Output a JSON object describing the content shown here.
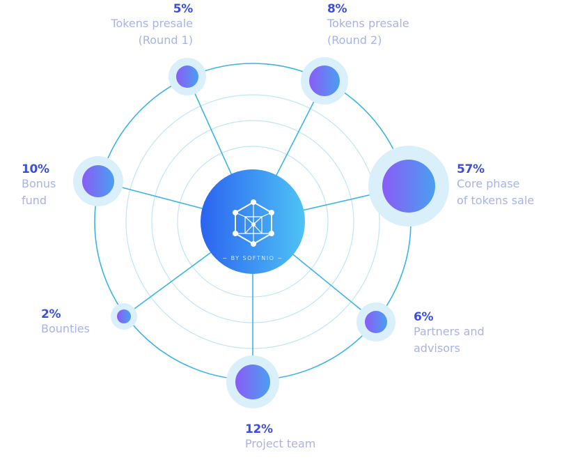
{
  "hub": {
    "caption": "~ BY SOFTNIO ~",
    "logo_icon": "hexagonal-cube-icon",
    "colors": {
      "gradient_start": "#2b63f0",
      "gradient_end": "#4ec3f5"
    }
  },
  "colors": {
    "ring": "#3ab4e6",
    "inner_ring": "#bfe6f6",
    "halo": "#d9f0fb",
    "node_start": "#8a5cf6",
    "node_end": "#4a9ff0",
    "percent_text": "#3d4fd8",
    "label_text": "#a8b3e6"
  },
  "segments": [
    {
      "id": "presale-r1",
      "percent": "5%",
      "value": 5,
      "line1": "Tokens presale",
      "line2": "(Round 1)"
    },
    {
      "id": "presale-r2",
      "percent": "8%",
      "value": 8,
      "line1": "Tokens presale",
      "line2": "(Round 2)"
    },
    {
      "id": "core-phase",
      "percent": "57%",
      "value": 57,
      "line1": "Core phase",
      "line2": "of tokens sale"
    },
    {
      "id": "partners",
      "percent": "6%",
      "value": 6,
      "line1": "Partners and",
      "line2": "advisors"
    },
    {
      "id": "project-team",
      "percent": "12%",
      "value": 12,
      "line1": "Project team",
      "line2": ""
    },
    {
      "id": "bounties",
      "percent": "2%",
      "value": 2,
      "line1": "Bounties",
      "line2": ""
    },
    {
      "id": "bonus-fund",
      "percent": "10%",
      "value": 10,
      "line1": "Bonus",
      "line2": "fund"
    }
  ]
}
